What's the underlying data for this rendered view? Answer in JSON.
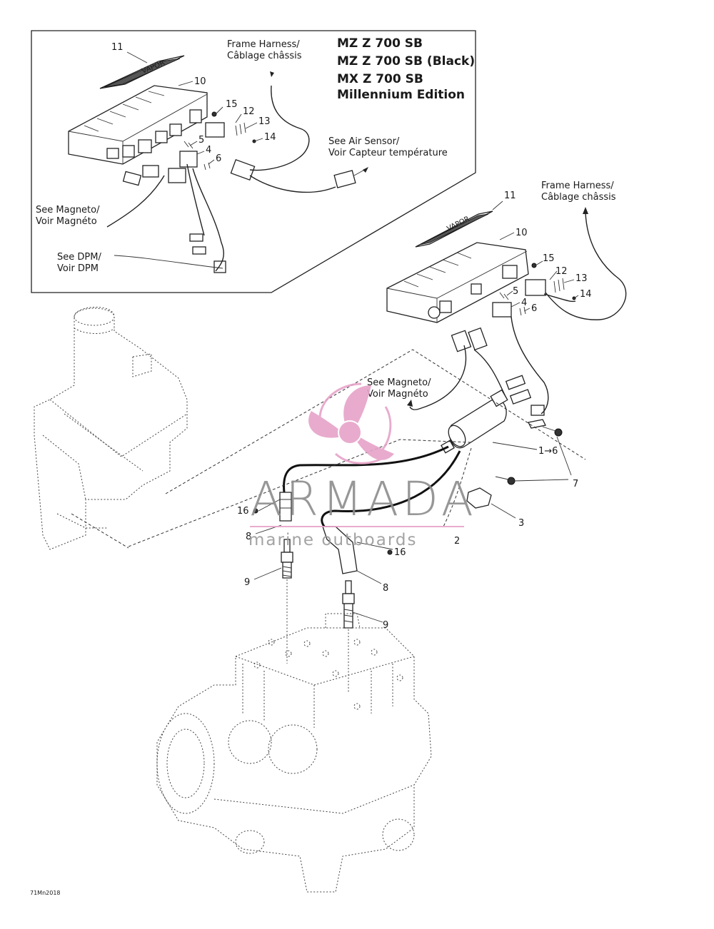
{
  "inset": {
    "models": [
      "MZ Z 700 SB",
      "MZ Z 700 SB (Black)",
      "MX Z 700 SB",
      "Millennium Edition"
    ],
    "frame_harness": [
      "Frame Harness/",
      "Câblage châssis"
    ],
    "air_sensor": [
      "See Air Sensor/",
      "Voir Capteur température"
    ],
    "magneto": [
      "See Magneto/",
      "Voir Magnéto"
    ],
    "dpm": [
      "See DPM/",
      "Voir DPM"
    ],
    "callouts": [
      "11",
      "10",
      "15",
      "12",
      "13",
      "14",
      "5",
      "4",
      "6"
    ]
  },
  "main": {
    "frame_harness": [
      "Frame Harness/",
      "Câblage châssis"
    ],
    "magneto": [
      "See Magneto/",
      "Voir Magnéto"
    ],
    "callouts": {
      "c11": "11",
      "c10": "10",
      "c15": "15",
      "c12": "12",
      "c13": "13",
      "c14": "14",
      "c5": "5",
      "c4": "4",
      "c6": "6",
      "c1to6": "1→6",
      "c7": "7",
      "c3": "3",
      "c2": "2",
      "c16a": "16",
      "c16b": "16",
      "c8a": "8",
      "c8b": "8",
      "c9a": "9",
      "c9b": "9"
    }
  },
  "figure_code": "71Mn2018",
  "watermark": {
    "brand": "ARMADA",
    "tagline": "marine outboards",
    "color": "#e6a3c8"
  },
  "logo_text": "VAPOR"
}
